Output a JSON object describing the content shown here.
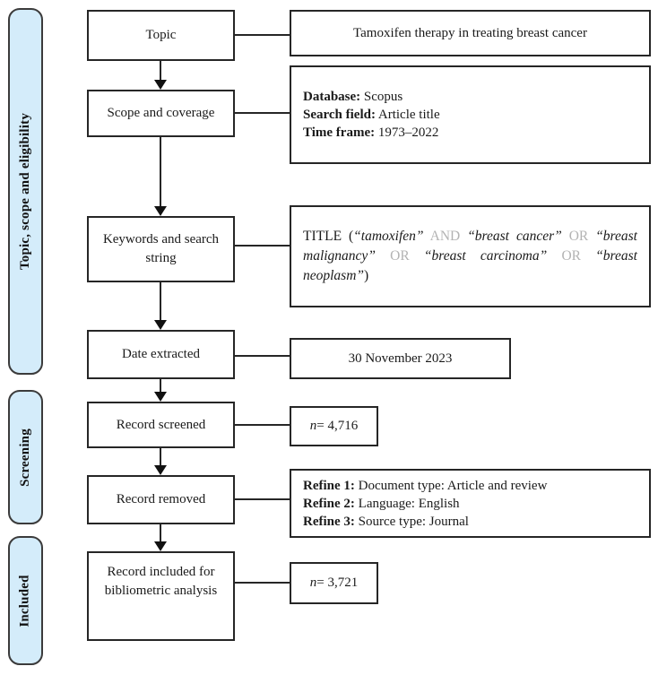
{
  "palette": {
    "stage_fill": "#d4ecfa",
    "stage_border": "#3b3b3b",
    "box_border": "#262626",
    "operator_gray": "#b3b3b3",
    "text": "#1a1a1a"
  },
  "sidebar": {
    "stages": [
      {
        "label": "Topic, scope and eligibility"
      },
      {
        "label": "Screening"
      },
      {
        "label": "Included"
      }
    ]
  },
  "flow": {
    "steps": [
      {
        "label": "Topic"
      },
      {
        "label": "Scope and coverage"
      },
      {
        "label": "Keywords and search string"
      },
      {
        "label": "Date extracted"
      },
      {
        "label": "Record screened"
      },
      {
        "label": "Record removed"
      },
      {
        "label": "Record included for bibliometric analysis"
      }
    ]
  },
  "details": {
    "topic": {
      "text": "Tamoxifen therapy in treating breast cancer"
    },
    "scope": {
      "lines": [
        {
          "label": "Database:",
          "text": " Scopus"
        },
        {
          "label": "Search field:",
          "text": " Article title"
        },
        {
          "label": "Time frame:",
          "text": " 1973–2022"
        }
      ]
    },
    "search_string": {
      "segments": [
        {
          "text": "TITLE (",
          "style": "seg-plain"
        },
        {
          "text": "“tamoxifen”",
          "style": "seg-term"
        },
        {
          "text": " AND ",
          "style": "seg-op"
        },
        {
          "text": "“breast cancer”",
          "style": "seg-term"
        },
        {
          "text": " OR ",
          "style": "seg-op"
        },
        {
          "text": "“breast malignancy”",
          "style": "seg-term"
        },
        {
          "text": " OR ",
          "style": "seg-op"
        },
        {
          "text": "“breast carcinoma”",
          "style": "seg-term"
        },
        {
          "text": " OR ",
          "style": "seg-op"
        },
        {
          "text": "“breast neoplasm”",
          "style": "seg-term"
        },
        {
          "text": ")",
          "style": "seg-plain"
        }
      ]
    },
    "date_extracted": {
      "text": "30 November 2023"
    },
    "records_screened": {
      "var": "n",
      "value": " = 4,716"
    },
    "refine": {
      "lines": [
        {
          "label": "Refine 1:",
          "text": " Document type: Article and review"
        },
        {
          "label": "Refine 2:",
          "text": " Language: English"
        },
        {
          "label": "Refine 3:",
          "text": " Source type: Journal"
        }
      ]
    },
    "records_included": {
      "var": "n",
      "value": " = 3,721"
    }
  }
}
